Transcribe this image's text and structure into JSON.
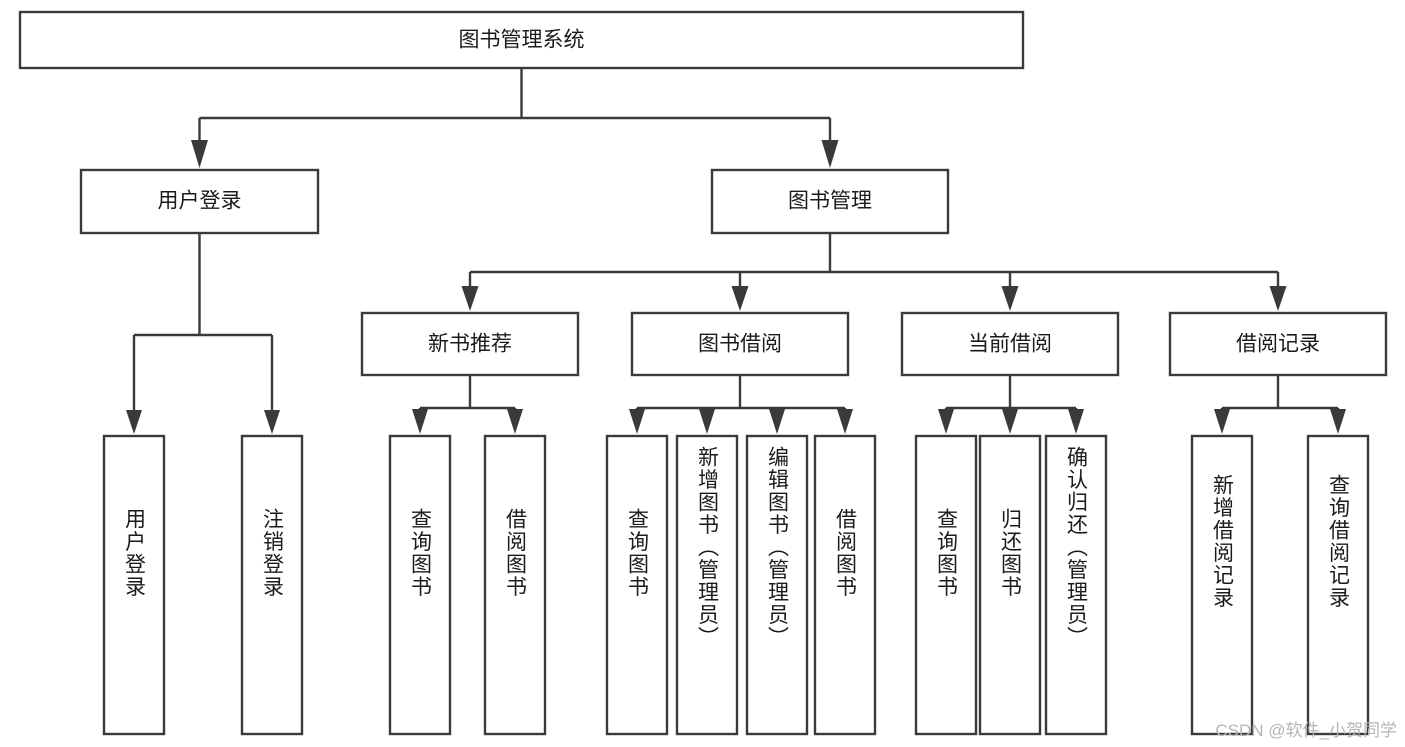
{
  "diagram": {
    "type": "tree-hierarchy",
    "title": "图书管理系统",
    "orientation": "top-down",
    "colors": {
      "box_stroke": "#3a3a3a",
      "box_fill": "#ffffff",
      "text": "#1b1b1b",
      "connector": "#3a3a3a",
      "watermark": "#b6b6b6",
      "background": "#ffffff"
    },
    "root": {
      "label": "图书管理系统"
    },
    "level1": [
      {
        "label": "用户登录"
      },
      {
        "label": "图书管理"
      }
    ],
    "level2": [
      {
        "label": "新书推荐"
      },
      {
        "label": "图书借阅"
      },
      {
        "label": "当前借阅"
      },
      {
        "label": "借阅记录"
      }
    ],
    "leaves": {
      "user_login": [
        {
          "label": "用户登录"
        },
        {
          "label": "注销登录"
        }
      ],
      "new_book_recommend": [
        {
          "label": "查询图书"
        },
        {
          "label": "借阅图书"
        }
      ],
      "book_borrow": [
        {
          "label": "查询图书"
        },
        {
          "label": "新增图书（管理员）"
        },
        {
          "label": "编辑图书（管理员）"
        },
        {
          "label": "借阅图书"
        }
      ],
      "current_borrow": [
        {
          "label": "查询图书"
        },
        {
          "label": "归还图书"
        },
        {
          "label": "确认归还（管理员）"
        }
      ],
      "borrow_record": [
        {
          "label": "新增借阅记录"
        },
        {
          "label": "查询借阅记录"
        }
      ]
    },
    "watermark": "CSDN @软件_小贺同学"
  }
}
